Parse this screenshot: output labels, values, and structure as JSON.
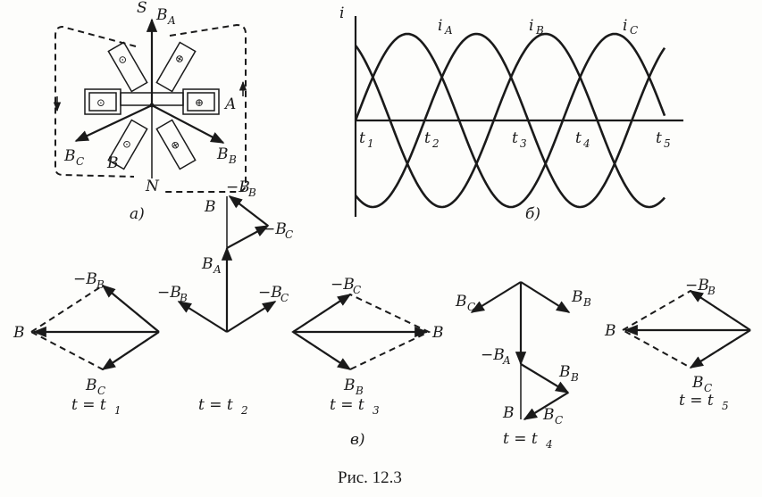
{
  "labels": {
    "S": "S",
    "N": "N",
    "BA": "B",
    "BA_sub": "A",
    "A": "A",
    "Bmid": "B",
    "BC": "B",
    "BC_sub": "C",
    "BB": "B",
    "BB_sub": "B",
    "part_a": "а)",
    "part_b": "б)",
    "part_v": "в)",
    "i_axis": "i",
    "iA": "i",
    "iA_sub": "A",
    "iB": "i",
    "iB_sub": "B",
    "iC": "i",
    "iC_sub": "C",
    "t1": "t",
    "t1_sub": "1",
    "t2": "t",
    "t2_sub": "2",
    "t3": "t",
    "t3_sub": "3",
    "t4": "t",
    "t4_sub": "4",
    "t5": "t",
    "t5_sub": "5",
    "dot": "⊙",
    "plus": "⊕",
    "caption": "Рис. 12.3"
  },
  "phasor_labels": {
    "p1_top": "−B",
    "p1_top_sub": "B",
    "p1_left": "B",
    "p1_bot": "B",
    "p1_bot_sub": "C",
    "p1_time": "t = t",
    "p1_time_sub": "1",
    "p2_B": "B",
    "p2_mBB": "−B",
    "p2_mBB_sub": "B",
    "p2_mBC_top": "−B",
    "p2_mBC_top_sub": "C",
    "p2_BA": "B",
    "p2_BA_sub": "A",
    "p2_left": "−B",
    "p2_left_sub": "B",
    "p2_right": "−B",
    "p2_right_sub": "C",
    "p2_time": "t = t",
    "p2_time_sub": "2",
    "p3_top": "−B",
    "p3_top_sub": "C",
    "p3_right": "B",
    "p3_bot": "B",
    "p3_bot_sub": "B",
    "p3_time": "t = t",
    "p3_time_sub": "3",
    "p4_BC": "B",
    "p4_BC_sub": "C",
    "p4_BB": "B",
    "p4_BB_sub": "B",
    "p4_mBA": "−B",
    "p4_mBA_sub": "A",
    "p4_BB2": "B",
    "p4_BB2_sub": "B",
    "p4_B": "B",
    "p4_BC2": "B",
    "p4_BC2_sub": "C",
    "p4_time": "t = t",
    "p4_time_sub": "4",
    "p5_top": "−B",
    "p5_top_sub": "B",
    "p5_left": "B",
    "p5_bot": "B",
    "p5_bot_sub": "C",
    "p5_time": "t = t",
    "p5_time_sub": "5"
  }
}
